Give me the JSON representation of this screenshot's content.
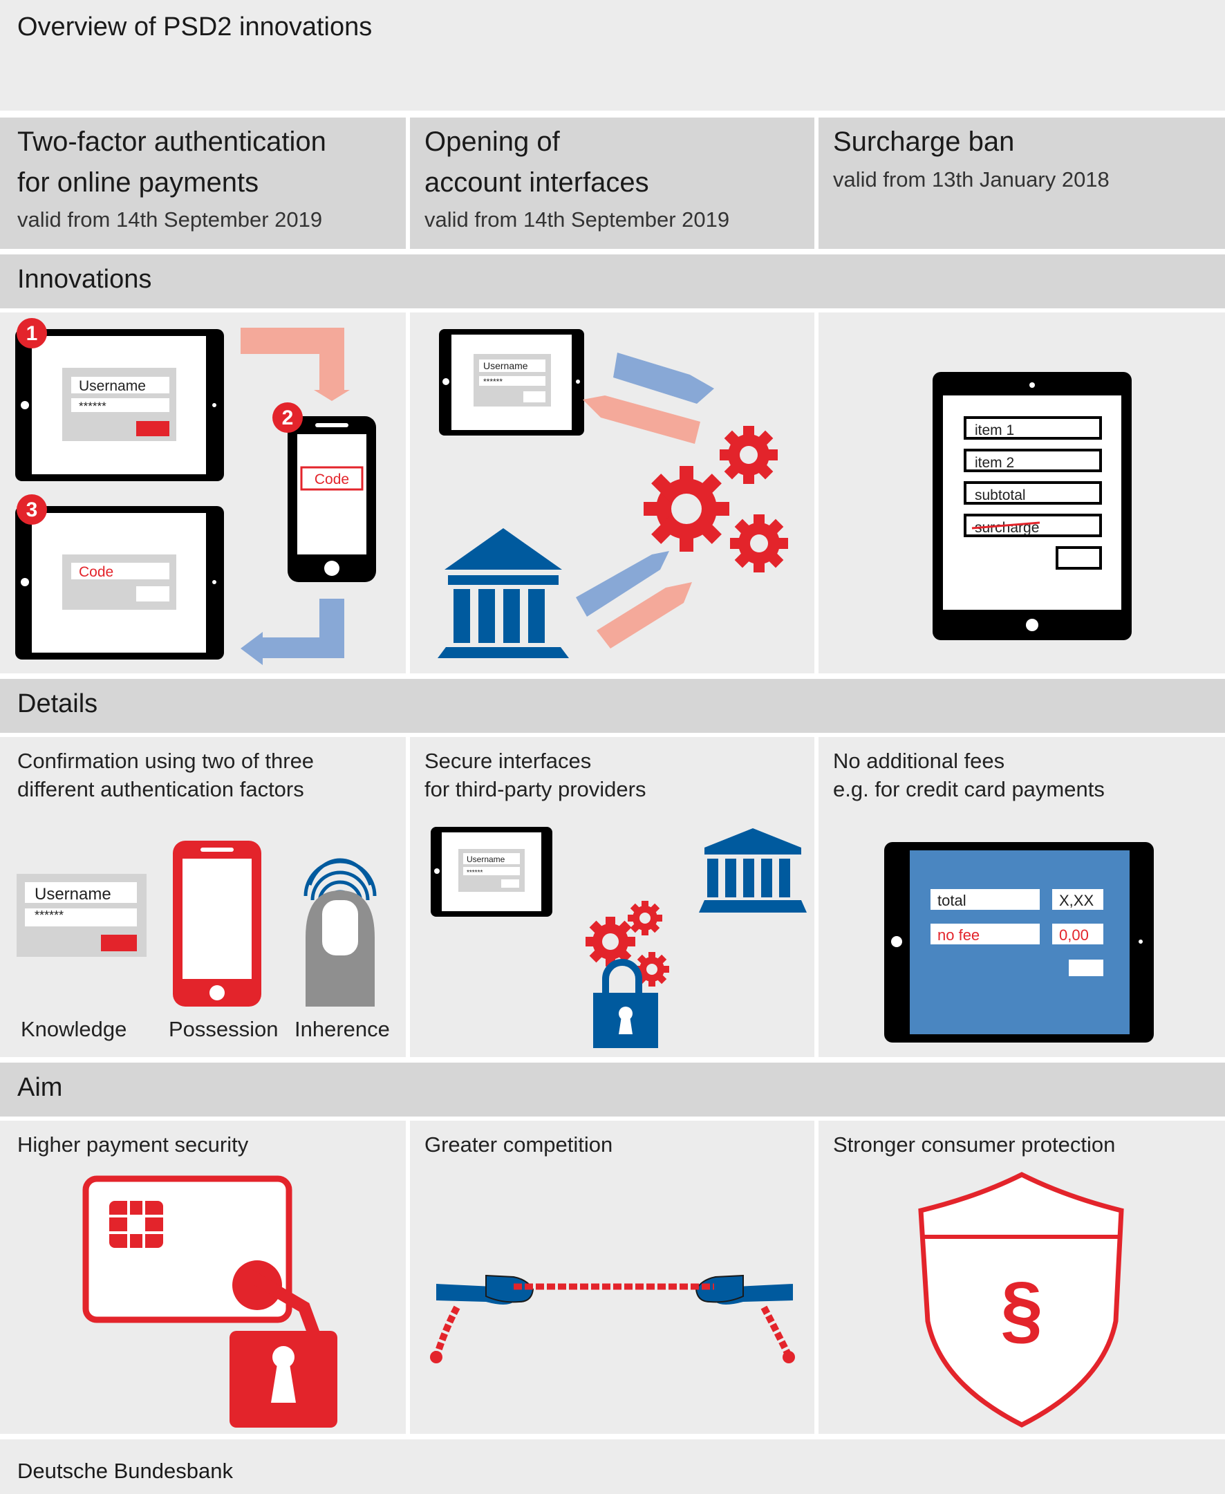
{
  "title": "Overview of PSD2 innovations",
  "columns": [
    {
      "heading_line1": "Two-factor authentication",
      "heading_line2": "for online payments",
      "valid": "valid from 14th September 2019"
    },
    {
      "heading_line1": "Opening of",
      "heading_line2": "account interfaces",
      "valid": "valid from 14th September 2019"
    },
    {
      "heading_line1": "Surcharge ban",
      "heading_line2": "",
      "valid": "valid from 13th January 2018"
    }
  ],
  "sections": {
    "innovations": "Innovations",
    "details": "Details",
    "aim": "Aim"
  },
  "innovations": {
    "steps": [
      "1",
      "2",
      "3"
    ],
    "username": "Username",
    "password": "******",
    "code": "Code",
    "receipt": [
      "item 1",
      "item 2",
      "subtotal",
      "surcharge"
    ]
  },
  "details": {
    "col1_line1": "Confirmation using two of three",
    "col1_line2": "different authentication factors",
    "factors": [
      "Knowledge",
      "Possession",
      "Inherence"
    ],
    "col2_line1": "Secure interfaces",
    "col2_line2": "for third-party providers",
    "col3_line1": "No additional fees",
    "col3_line2": "e.g. for credit card payments",
    "total_label": "total",
    "total_value": "X,XX",
    "fee_label": "no fee",
    "fee_value": "0,00"
  },
  "aims": [
    "Higher payment security",
    "Greater competition",
    "Stronger consumer protection"
  ],
  "shield_symbol": "§",
  "footer": "Deutsche Bundesbank",
  "colors": {
    "red": "#e3242b",
    "blue": "#005a9e",
    "light_blue": "#4a86c1",
    "salmon": "#f4a99a",
    "pale_blue": "#88a8d6",
    "panel": "#ececec",
    "header": "#d6d6d6"
  }
}
